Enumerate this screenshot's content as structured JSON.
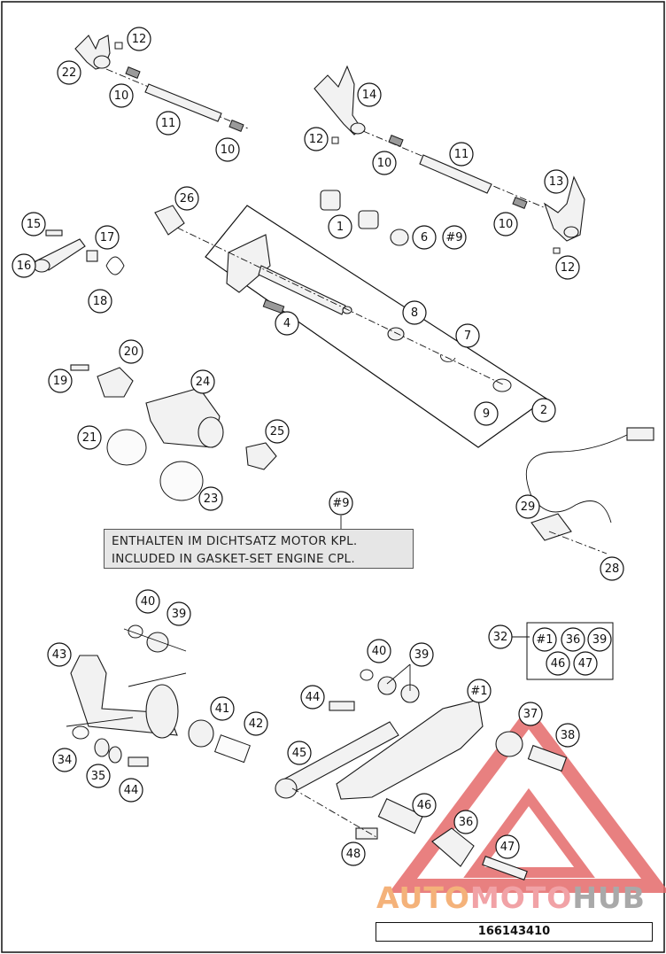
{
  "callouts": [
    {
      "label": "12"
    },
    {
      "label": "22"
    },
    {
      "label": "10"
    },
    {
      "label": "11"
    },
    {
      "label": "10"
    },
    {
      "label": "14"
    },
    {
      "label": "12"
    },
    {
      "label": "10"
    },
    {
      "label": "11"
    },
    {
      "label": "13"
    },
    {
      "label": "10"
    },
    {
      "label": "12"
    },
    {
      "label": "26"
    },
    {
      "label": "1"
    },
    {
      "label": "6"
    },
    {
      "label": "#9"
    },
    {
      "label": "15"
    },
    {
      "label": "17"
    },
    {
      "label": "16"
    },
    {
      "label": "18"
    },
    {
      "label": "4"
    },
    {
      "label": "8"
    },
    {
      "label": "7"
    },
    {
      "label": "20"
    },
    {
      "label": "19"
    },
    {
      "label": "24"
    },
    {
      "label": "2"
    },
    {
      "label": "9"
    },
    {
      "label": "21"
    },
    {
      "label": "25"
    },
    {
      "label": "23"
    },
    {
      "label": "#9"
    },
    {
      "label": "29"
    },
    {
      "label": "28"
    },
    {
      "label": "40"
    },
    {
      "label": "39"
    },
    {
      "label": "43"
    },
    {
      "label": "41"
    },
    {
      "label": "42"
    },
    {
      "label": "34"
    },
    {
      "label": "35"
    },
    {
      "label": "44"
    },
    {
      "label": "40"
    },
    {
      "label": "39"
    },
    {
      "label": "44"
    },
    {
      "label": "45"
    },
    {
      "label": "#1"
    },
    {
      "label": "37"
    },
    {
      "label": "38"
    },
    {
      "label": "46"
    },
    {
      "label": "36"
    },
    {
      "label": "47"
    },
    {
      "label": "48"
    },
    {
      "label": "32"
    },
    {
      "label": "#1"
    },
    {
      "label": "36"
    },
    {
      "label": "39"
    },
    {
      "label": "46"
    },
    {
      "label": "47"
    }
  ],
  "note": {
    "line1": "ENTHALTEN IM DICHTSATZ MOTOR KPL.",
    "line2": "INCLUDED IN GASKET-SET ENGINE CPL."
  },
  "document_number": "166143410",
  "watermark": {
    "part1": "AUTO",
    "part2": "MOTO",
    "part3": "HUB"
  }
}
